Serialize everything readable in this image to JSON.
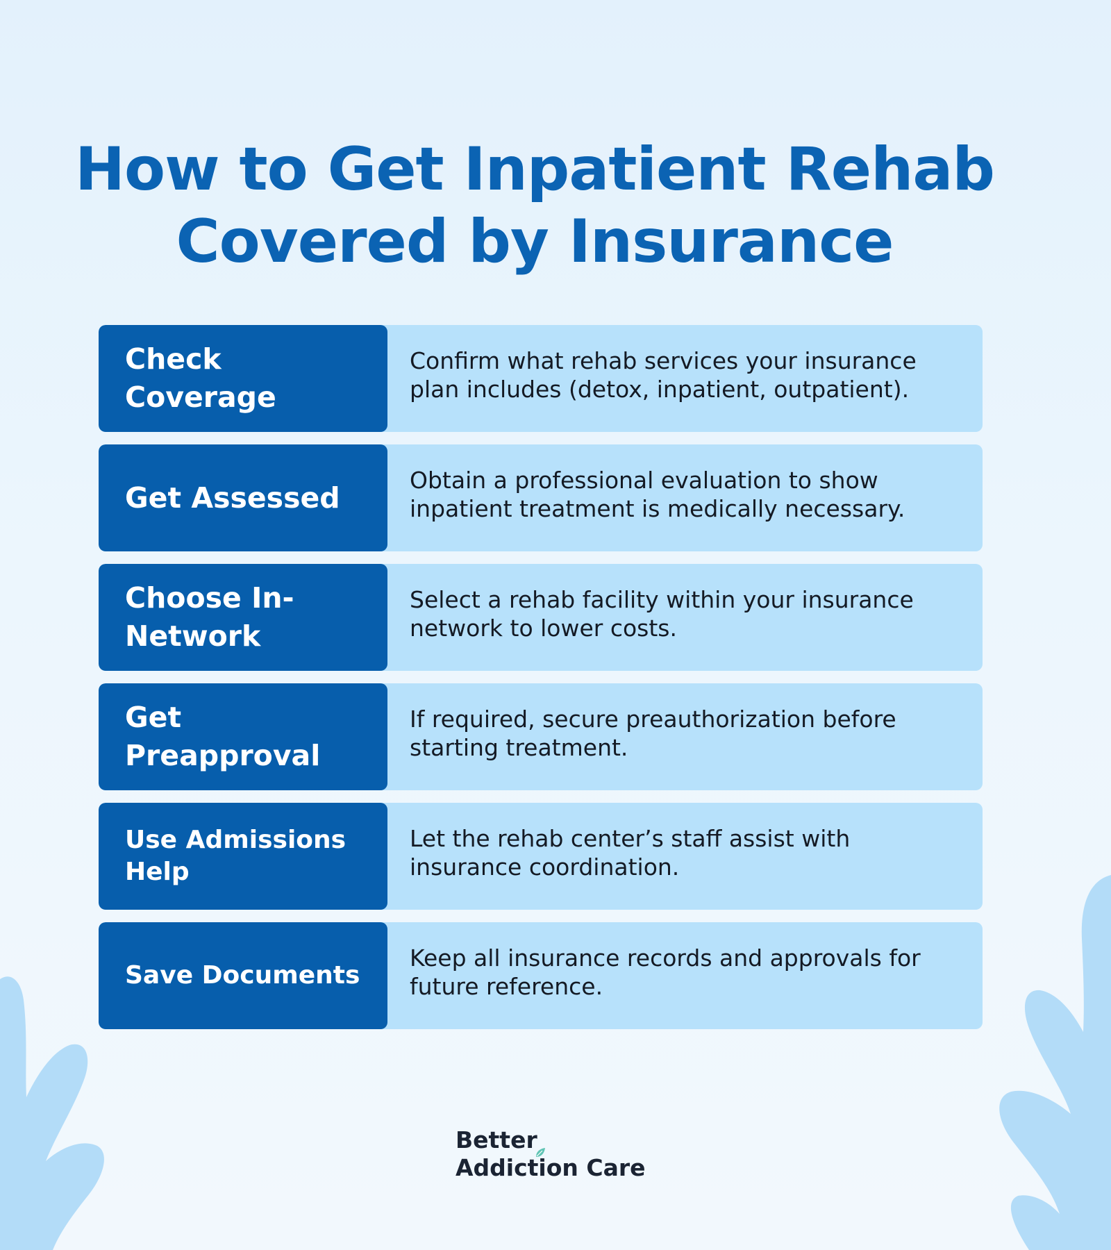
{
  "title": {
    "line1": "How to Get Inpatient Rehab",
    "line2": "Covered by Insurance"
  },
  "steps": [
    {
      "title": "Check Coverage",
      "description": "Confirm what rehab services your insurance plan includes (detox, inpatient, outpatient)."
    },
    {
      "title": "Get Assessed",
      "description": "Obtain a professional evaluation to show inpatient treatment is medically necessary."
    },
    {
      "title": "Choose In-Network",
      "description": "Select a rehab facility within your insurance network to lower costs."
    },
    {
      "title": "Get Preapproval",
      "description": "If required, secure preauthorization before starting treatment."
    },
    {
      "title": "Use Admissions Help",
      "description": "Let the rehab center’s staff assist with insurance coordination."
    },
    {
      "title": "Save Documents",
      "description": "Keep all insurance records and approvals for future reference."
    }
  ],
  "logo": {
    "line1": "Better",
    "line2": "Addiction Care"
  },
  "colors": {
    "title": "#0b63b3",
    "step_title_bg": "#075eac",
    "step_desc_bg": "#b7e1fb",
    "leaf": "#b3dcf8",
    "logo_accent": "#5fc4b4"
  },
  "icons": {
    "decoration": "leaf-icon",
    "logo_mark": "leaf-icon"
  }
}
